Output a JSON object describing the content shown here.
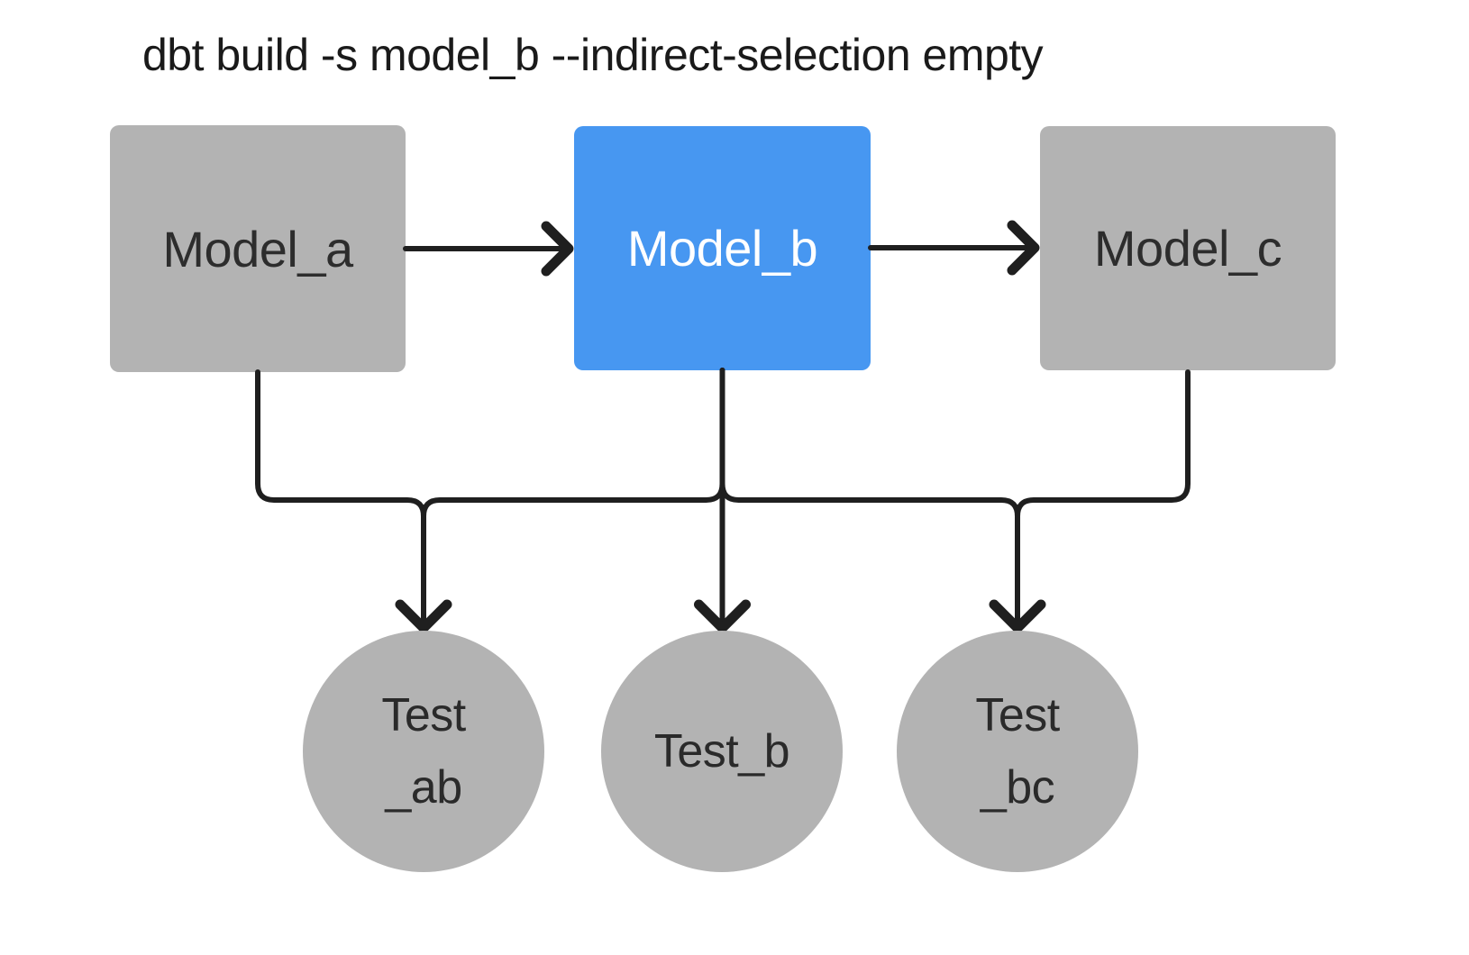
{
  "title": "dbt build -s model_b --indirect-selection empty",
  "colors": {
    "background": "#ffffff",
    "node_gray": "#b3b3b3",
    "selected_blue": "#4797f1",
    "edge": "#1f1f1f",
    "text_dark": "#2d2d2d",
    "text_light": "#ffffff",
    "title_text": "#1a1a1a"
  },
  "models": [
    {
      "id": "model_a",
      "label": "Model_a",
      "selected": false
    },
    {
      "id": "model_b",
      "label": "Model_b",
      "selected": true
    },
    {
      "id": "model_c",
      "label": "Model_c",
      "selected": false
    }
  ],
  "tests": [
    {
      "id": "test_ab",
      "lines": [
        "Test",
        "_ab"
      ]
    },
    {
      "id": "test_b",
      "lines": [
        "Test_b"
      ]
    },
    {
      "id": "test_bc",
      "lines": [
        "Test",
        "_bc"
      ]
    }
  ],
  "edges": [
    {
      "from": "model_a",
      "to": "model_b"
    },
    {
      "from": "model_b",
      "to": "model_c"
    },
    {
      "from": "model_a",
      "to": "test_ab"
    },
    {
      "from": "model_b",
      "to": "test_ab"
    },
    {
      "from": "model_b",
      "to": "test_b"
    },
    {
      "from": "model_b",
      "to": "test_bc"
    },
    {
      "from": "model_c",
      "to": "test_bc"
    }
  ]
}
